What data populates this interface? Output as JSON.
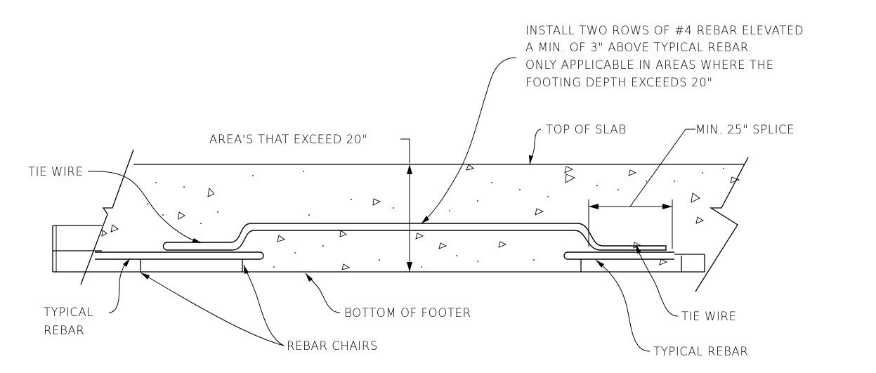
{
  "labels": {
    "install_note": [
      "INSTALL TWO ROWS OF #4 REBAR ELEVATED",
      "A MIN. OF 3\" ABOVE TYPICAL REBAR.",
      "ONLY APPLICABLE IN AREAS WHERE THE",
      "FOOTING DEPTH EXCEEDS 20\""
    ],
    "top_of_slab": "TOP OF SLAB",
    "min_splice": "MIN. 25\" SPLICE",
    "areas_exceed": "AREA'S THAT EXCEED 20\"",
    "tie_wire_left": "TIE WIRE",
    "tie_wire_right": "TIE WIRE",
    "typical_rebar_left_1": "TYPICAL",
    "typical_rebar_left_2": "REBAR",
    "bottom_of_footer": "BOTTOM OF FOOTER",
    "rebar_chairs": "REBAR CHAIRS",
    "typical_rebar_right": "TYPICAL REBAR"
  }
}
